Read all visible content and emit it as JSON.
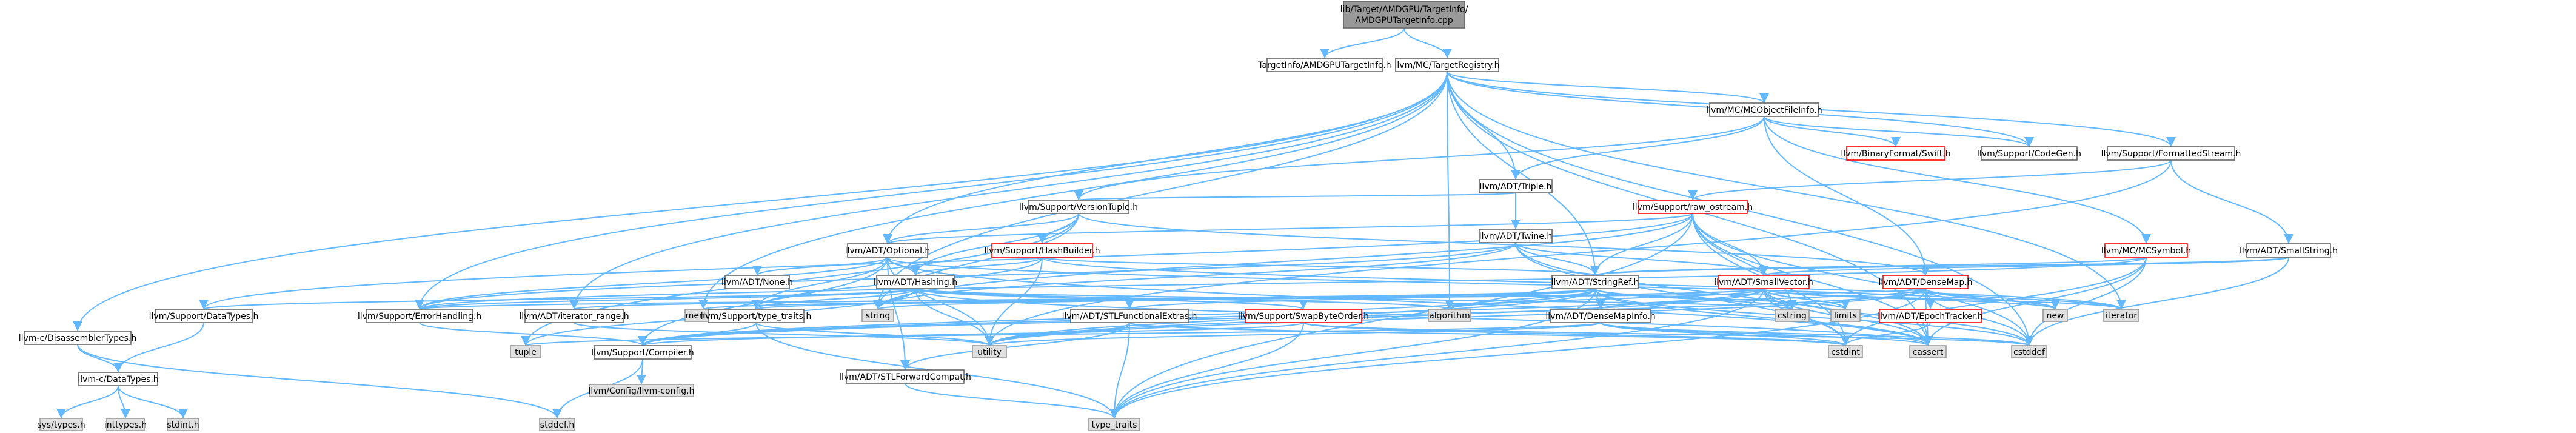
{
  "colors": {
    "edge": "#63b8ff",
    "root_fill": "#999999",
    "root_stroke": "#666666",
    "documented_fill": "#ffffff",
    "documented_stroke": "#666666",
    "incomplete_fill": "#ffffff",
    "incomplete_stroke": "#ff0000",
    "system_fill": "#e0e0e0",
    "system_stroke": "#999999"
  },
  "nodes": [
    {
      "id": "root",
      "label": "lib/Target/AMDGPU/TargetInfo/AMDGPUTargetInfo.cpp",
      "kind": "root"
    },
    {
      "id": "ti",
      "label": "TargetInfo/AMDGPUTargetInfo.h",
      "kind": "documented"
    },
    {
      "id": "treg",
      "label": "llvm/MC/TargetRegistry.h",
      "kind": "documented"
    },
    {
      "id": "disasm",
      "label": "llvm-c/DisassemblerTypes.h",
      "kind": "documented"
    },
    {
      "id": "cdata",
      "label": "llvm-c/DataTypes.h",
      "kind": "documented"
    },
    {
      "id": "systypes",
      "label": "sys/types.h",
      "kind": "system"
    },
    {
      "id": "inttypes",
      "label": "inttypes.h",
      "kind": "system"
    },
    {
      "id": "stdint",
      "label": "stdint.h",
      "kind": "system"
    },
    {
      "id": "stddef",
      "label": "stddef.h",
      "kind": "system"
    },
    {
      "id": "optional",
      "label": "llvm/ADT/Optional.h",
      "kind": "documented"
    },
    {
      "id": "none",
      "label": "llvm/ADT/None.h",
      "kind": "documented"
    },
    {
      "id": "hashing",
      "label": "llvm/ADT/Hashing.h",
      "kind": "documented"
    },
    {
      "id": "dtypes",
      "label": "llvm/Support/DataTypes.h",
      "kind": "documented"
    },
    {
      "id": "errh",
      "label": "llvm/Support/ErrorHandling.h",
      "kind": "documented"
    },
    {
      "id": "compiler",
      "label": "llvm/Support/Compiler.h",
      "kind": "documented"
    },
    {
      "id": "config",
      "label": "llvm/Config/llvm-config.h",
      "kind": "system"
    },
    {
      "id": "iterrange",
      "label": "llvm/ADT/iterator_range.h",
      "kind": "documented"
    },
    {
      "id": "memory",
      "label": "memory",
      "kind": "system"
    },
    {
      "id": "typetraits",
      "label": "llvm/Support/type_traits.h",
      "kind": "documented"
    },
    {
      "id": "string",
      "label": "string",
      "kind": "system"
    },
    {
      "id": "tuple",
      "label": "tuple",
      "kind": "system"
    },
    {
      "id": "utility",
      "label": "utility",
      "kind": "system"
    },
    {
      "id": "stdtt",
      "label": "type_traits",
      "kind": "system"
    },
    {
      "id": "stlfwd",
      "label": "llvm/ADT/STLForwardCompat.h",
      "kind": "documented"
    },
    {
      "id": "stlfunc",
      "label": "llvm/ADT/STLFunctionalExtras.h",
      "kind": "documented"
    },
    {
      "id": "swapbyte",
      "label": "llvm/Support/SwapByteOrder.h",
      "kind": "incomplete"
    },
    {
      "id": "algorithm",
      "label": "algorithm",
      "kind": "system"
    },
    {
      "id": "dmapinfo",
      "label": "llvm/ADT/DenseMapInfo.h",
      "kind": "documented"
    },
    {
      "id": "cassert",
      "label": "cassert",
      "kind": "system"
    },
    {
      "id": "cstdint",
      "label": "cstdint",
      "kind": "system"
    },
    {
      "id": "cstddef",
      "label": "cstddef",
      "kind": "system"
    },
    {
      "id": "cstring",
      "label": "cstring",
      "kind": "system"
    },
    {
      "id": "limits",
      "label": "limits",
      "kind": "system"
    },
    {
      "id": "new",
      "label": "new",
      "kind": "system"
    },
    {
      "id": "iterator",
      "label": "iterator",
      "kind": "system"
    },
    {
      "id": "stringref",
      "label": "llvm/ADT/StringRef.h",
      "kind": "documented"
    },
    {
      "id": "smallvec",
      "label": "llvm/ADT/SmallVector.h",
      "kind": "incomplete"
    },
    {
      "id": "densemap",
      "label": "llvm/ADT/DenseMap.h",
      "kind": "incomplete"
    },
    {
      "id": "epoch",
      "label": "llvm/ADT/EpochTracker.h",
      "kind": "incomplete"
    },
    {
      "id": "twine",
      "label": "llvm/ADT/Twine.h",
      "kind": "documented"
    },
    {
      "id": "triple",
      "label": "llvm/ADT/Triple.h",
      "kind": "documented"
    },
    {
      "id": "vtuple",
      "label": "llvm/Support/VersionTuple.h",
      "kind": "documented"
    },
    {
      "id": "hashb",
      "label": "llvm/Support/HashBuilder.h",
      "kind": "incomplete"
    },
    {
      "id": "objfile",
      "label": "llvm/MC/MCObjectFileInfo.h",
      "kind": "documented"
    },
    {
      "id": "binswift",
      "label": "llvm/BinaryFormat/Swift.h",
      "kind": "incomplete"
    },
    {
      "id": "codegen",
      "label": "llvm/Support/CodeGen.h",
      "kind": "documented"
    },
    {
      "id": "fstream",
      "label": "llvm/Support/FormattedStream.h",
      "kind": "documented"
    },
    {
      "id": "rawos",
      "label": "llvm/Support/raw_ostream.h",
      "kind": "incomplete"
    },
    {
      "id": "mcsymbol",
      "label": "llvm/MC/MCSymbol.h",
      "kind": "incomplete"
    },
    {
      "id": "smallstr",
      "label": "llvm/ADT/SmallString.h",
      "kind": "documented"
    }
  ],
  "edges": [
    [
      "root",
      "ti"
    ],
    [
      "root",
      "treg"
    ],
    [
      "treg",
      "disasm"
    ],
    [
      "treg",
      "optional"
    ],
    [
      "treg",
      "stringref"
    ],
    [
      "treg",
      "triple"
    ],
    [
      "treg",
      "objfile"
    ],
    [
      "treg",
      "codegen"
    ],
    [
      "treg",
      "fstream"
    ],
    [
      "treg",
      "errh"
    ],
    [
      "treg",
      "iterrange"
    ],
    [
      "treg",
      "memory"
    ],
    [
      "treg",
      "string"
    ],
    [
      "treg",
      "algorithm"
    ],
    [
      "treg",
      "cassert"
    ],
    [
      "treg",
      "cstddef"
    ],
    [
      "treg",
      "iterator"
    ],
    [
      "disasm",
      "cdata"
    ],
    [
      "disasm",
      "stddef"
    ],
    [
      "cdata",
      "systypes"
    ],
    [
      "cdata",
      "inttypes"
    ],
    [
      "cdata",
      "stdint"
    ],
    [
      "optional",
      "none"
    ],
    [
      "optional",
      "hashing"
    ],
    [
      "optional",
      "errh"
    ],
    [
      "optional",
      "stlfwd"
    ],
    [
      "optional",
      "typetraits"
    ],
    [
      "optional",
      "cassert"
    ],
    [
      "optional",
      "new"
    ],
    [
      "optional",
      "utility"
    ],
    [
      "optional",
      "compiler"
    ],
    [
      "hashing",
      "dtypes"
    ],
    [
      "hashing",
      "errh"
    ],
    [
      "hashing",
      "swapbyte"
    ],
    [
      "hashing",
      "typetraits"
    ],
    [
      "hashing",
      "algorithm"
    ],
    [
      "hashing",
      "cassert"
    ],
    [
      "hashing",
      "cstring"
    ],
    [
      "hashing",
      "string"
    ],
    [
      "hashing",
      "tuple"
    ],
    [
      "hashing",
      "utility"
    ],
    [
      "dtypes",
      "cdata"
    ],
    [
      "errh",
      "compiler"
    ],
    [
      "compiler",
      "config"
    ],
    [
      "compiler",
      "stddef"
    ],
    [
      "iterrange",
      "utility"
    ],
    [
      "typetraits",
      "compiler"
    ],
    [
      "typetraits",
      "stdtt"
    ],
    [
      "typetraits",
      "utility"
    ],
    [
      "stlfwd",
      "stdtt"
    ],
    [
      "stlfunc",
      "stlfwd"
    ],
    [
      "stlfunc",
      "cstdint"
    ],
    [
      "stlfunc",
      "stdtt"
    ],
    [
      "stlfunc",
      "utility"
    ],
    [
      "swapbyte",
      "compiler"
    ],
    [
      "swapbyte",
      "cstddef"
    ],
    [
      "swapbyte",
      "cstdint"
    ],
    [
      "swapbyte",
      "stdtt"
    ],
    [
      "dmapinfo",
      "cassert"
    ],
    [
      "dmapinfo",
      "cstddef"
    ],
    [
      "dmapinfo",
      "cstdint"
    ],
    [
      "dmapinfo",
      "tuple"
    ],
    [
      "dmapinfo",
      "utility"
    ],
    [
      "stringref",
      "dmapinfo"
    ],
    [
      "stringref",
      "stlfunc"
    ],
    [
      "stringref",
      "iterrange"
    ],
    [
      "stringref",
      "compiler"
    ],
    [
      "stringref",
      "algorithm"
    ],
    [
      "stringref",
      "cassert"
    ],
    [
      "stringref",
      "cstddef"
    ],
    [
      "stringref",
      "cstring"
    ],
    [
      "stringref",
      "limits"
    ],
    [
      "stringref",
      "string"
    ],
    [
      "stringref",
      "stdtt"
    ],
    [
      "stringref",
      "utility"
    ],
    [
      "smallvec",
      "compiler"
    ],
    [
      "smallvec",
      "typetraits"
    ],
    [
      "smallvec",
      "algorithm"
    ],
    [
      "smallvec",
      "cassert"
    ],
    [
      "smallvec",
      "cstddef"
    ],
    [
      "smallvec",
      "cstdint"
    ],
    [
      "smallvec",
      "cstring"
    ],
    [
      "smallvec",
      "limits"
    ],
    [
      "smallvec",
      "new"
    ],
    [
      "smallvec",
      "iterator"
    ],
    [
      "smallvec",
      "memory"
    ],
    [
      "smallvec",
      "utility"
    ],
    [
      "smallvec",
      "stdtt"
    ],
    [
      "densemap",
      "dmapinfo"
    ],
    [
      "densemap",
      "epoch"
    ],
    [
      "densemap",
      "errh"
    ],
    [
      "densemap",
      "compiler"
    ],
    [
      "densemap",
      "cassert"
    ],
    [
      "densemap",
      "cstddef"
    ],
    [
      "densemap",
      "iterator"
    ],
    [
      "densemap",
      "new"
    ],
    [
      "densemap",
      "utility"
    ],
    [
      "densemap",
      "stdtt"
    ],
    [
      "epoch",
      "cstdint"
    ],
    [
      "twine",
      "smallvec"
    ],
    [
      "twine",
      "stringref"
    ],
    [
      "twine",
      "errh"
    ],
    [
      "twine",
      "cassert"
    ],
    [
      "twine",
      "cstdint"
    ],
    [
      "twine",
      "string"
    ],
    [
      "triple",
      "twine"
    ],
    [
      "triple",
      "vtuple"
    ],
    [
      "vtuple",
      "densemap"
    ],
    [
      "vtuple",
      "hashing"
    ],
    [
      "vtuple",
      "optional"
    ],
    [
      "vtuple",
      "hashb"
    ],
    [
      "vtuple",
      "string"
    ],
    [
      "vtuple",
      "tuple"
    ],
    [
      "hashb",
      "hashing"
    ],
    [
      "hashb",
      "stringref"
    ],
    [
      "hashb",
      "utility"
    ],
    [
      "hashb",
      "typetraits"
    ],
    [
      "hashb",
      "iterator"
    ],
    [
      "objfile",
      "binswift"
    ],
    [
      "objfile",
      "codegen"
    ],
    [
      "objfile",
      "triple"
    ],
    [
      "objfile",
      "vtuple"
    ],
    [
      "objfile",
      "array"
    ],
    [
      "objfile",
      "densemap"
    ],
    [
      "objfile",
      "mcsymbol"
    ],
    [
      "fstream",
      "rawos"
    ],
    [
      "fstream",
      "smallstr"
    ],
    [
      "fstream",
      "utility"
    ],
    [
      "rawos",
      "stringref"
    ],
    [
      "rawos",
      "optional"
    ],
    [
      "rawos",
      "dtypes"
    ],
    [
      "rawos",
      "smallvec"
    ],
    [
      "rawos",
      "cassert"
    ],
    [
      "rawos",
      "cstddef"
    ],
    [
      "rawos",
      "cstdint"
    ],
    [
      "rawos",
      "cstring"
    ],
    [
      "rawos",
      "string"
    ],
    [
      "rawos",
      "stdtt"
    ],
    [
      "mcsymbol",
      "stringref"
    ],
    [
      "mcsymbol",
      "errh"
    ],
    [
      "mcsymbol",
      "cassert"
    ],
    [
      "mcsymbol",
      "cstddef"
    ],
    [
      "mcsymbol",
      "cstdint"
    ],
    [
      "smallstr",
      "smallvec"
    ],
    [
      "smallstr",
      "stringref"
    ],
    [
      "smallstr",
      "cstddef"
    ]
  ]
}
